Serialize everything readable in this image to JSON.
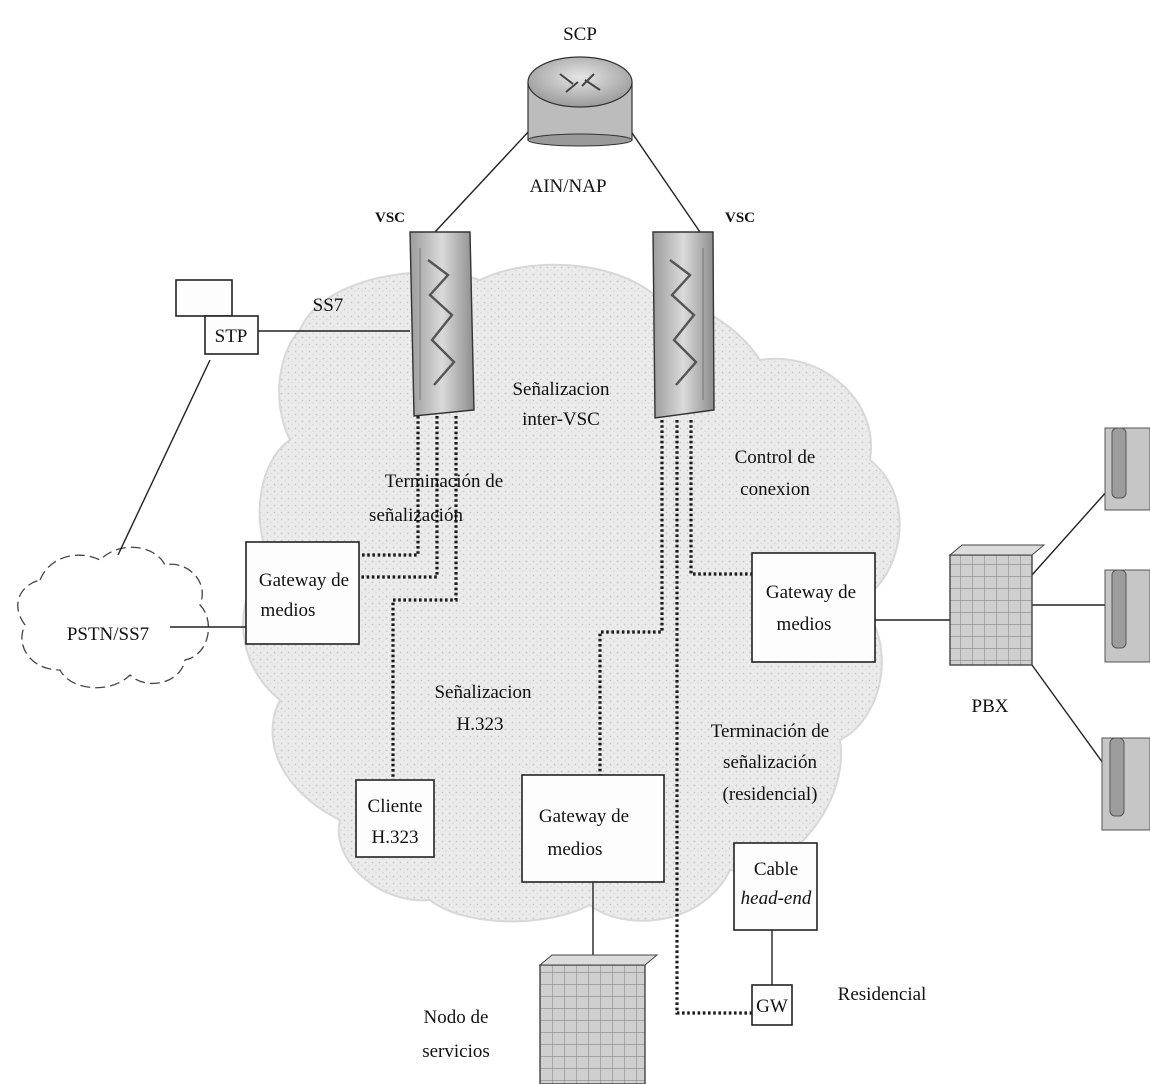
{
  "labels": {
    "scp": "SCP",
    "ain_nap": "AIN/NAP",
    "vsc_left": "VSC",
    "vsc_right": "VSC",
    "ss7": "SS7",
    "stp": "STP",
    "pstn": "PSTN/SS7",
    "senal_inter_1": "Señalizacion",
    "senal_inter_2": "inter-VSC",
    "term_senal_1": "Terminación de",
    "term_senal_2": "señalización",
    "control_1": "Control de",
    "control_2": "conexion",
    "gw_left_1": "Gateway de",
    "gw_left_2": "medios",
    "gw_right_1": "Gateway de",
    "gw_right_2": "medios",
    "pbx": "PBX",
    "senal_h323_1": "Señalizacion",
    "senal_h323_2": "H.323",
    "term_res_1": "Terminación de",
    "term_res_2": "señalización",
    "term_res_3": "(residencial)",
    "cliente_1": "Cliente",
    "cliente_2": "H.323",
    "gw_bottom_1": "Gateway de",
    "gw_bottom_2": "medios",
    "cable_1": "Cable",
    "cable_2": "head-end",
    "gw": "GW",
    "residencial": "Residencial",
    "nodo_1": "Nodo de",
    "nodo_2": "servicios"
  }
}
